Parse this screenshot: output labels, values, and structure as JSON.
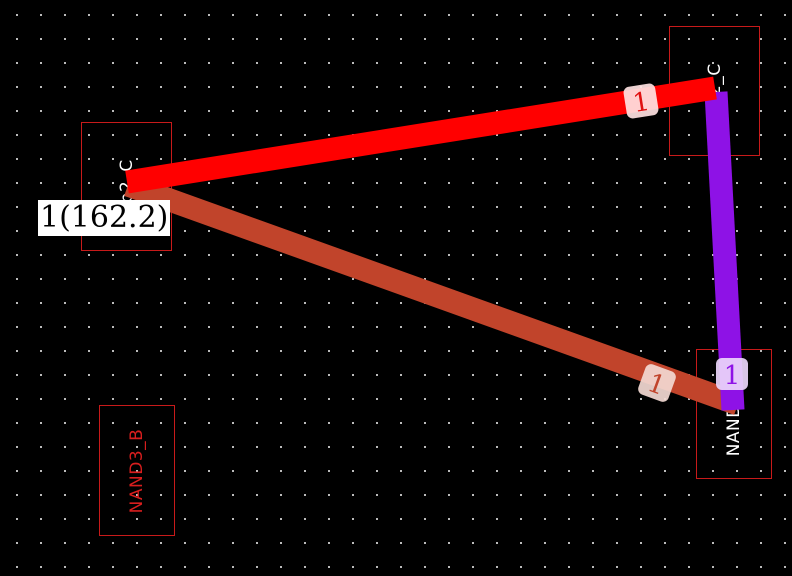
{
  "cells": [
    {
      "id": "left",
      "label": "pb2_C",
      "color": "#ffffff"
    },
    {
      "id": "top-right",
      "label": "pb2_C",
      "color": "#ffffff"
    },
    {
      "id": "bottom-right",
      "label": "NAND3_A",
      "color": "#ffffff"
    },
    {
      "id": "bottom-left",
      "label": "NAND3_B",
      "color": "#d81e1e"
    }
  ],
  "wires": [
    {
      "id": "top-wire",
      "color": "#ff0000",
      "weight": "1"
    },
    {
      "id": "diagonal-wire",
      "color": "#c1442b",
      "weight": "1"
    },
    {
      "id": "vertical-wire",
      "color": "#8e12e6",
      "weight": "1"
    }
  ],
  "selected_label": "1(162.2)"
}
